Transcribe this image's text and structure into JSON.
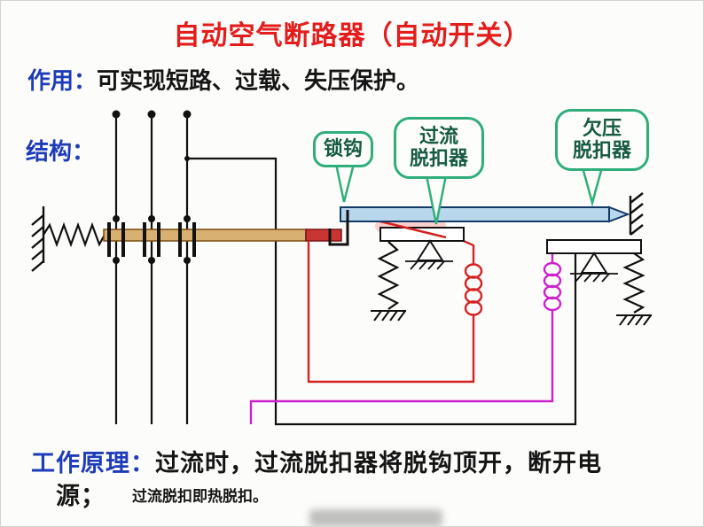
{
  "page": {
    "title": "自动空气断路器（自动开关）",
    "function_label": "作用：",
    "function_text": "可实现短路、过载、失压保护。",
    "structure_label": "结构：",
    "principle_label": "工作原理：",
    "principle_text_line1": "过流时，过流脱扣器将脱钩顶开，断开电",
    "principle_text_line2": "源；",
    "principle_note": "过流脱扣即热脱扣。"
  },
  "bubbles": {
    "lock_hook": {
      "label": "锁钩"
    },
    "overcurrent": {
      "line1": "过流",
      "line2": "脱扣器"
    },
    "undervoltage": {
      "line1": "欠压",
      "line2": "脱扣器"
    }
  },
  "colors": {
    "title_red": "#e31c1c",
    "label_blue": "#1e3bb8",
    "bubble_green": "#2fae7a",
    "contact_bar_tan": "#d8b072",
    "contact_bar_tip_red": "#c93434",
    "trip_lever_blue": "#b9d7ec",
    "overcurrent_coil_red": "#d42222",
    "undervoltage_coil_magenta": "#cc22cc",
    "wire_black": "#111111"
  }
}
